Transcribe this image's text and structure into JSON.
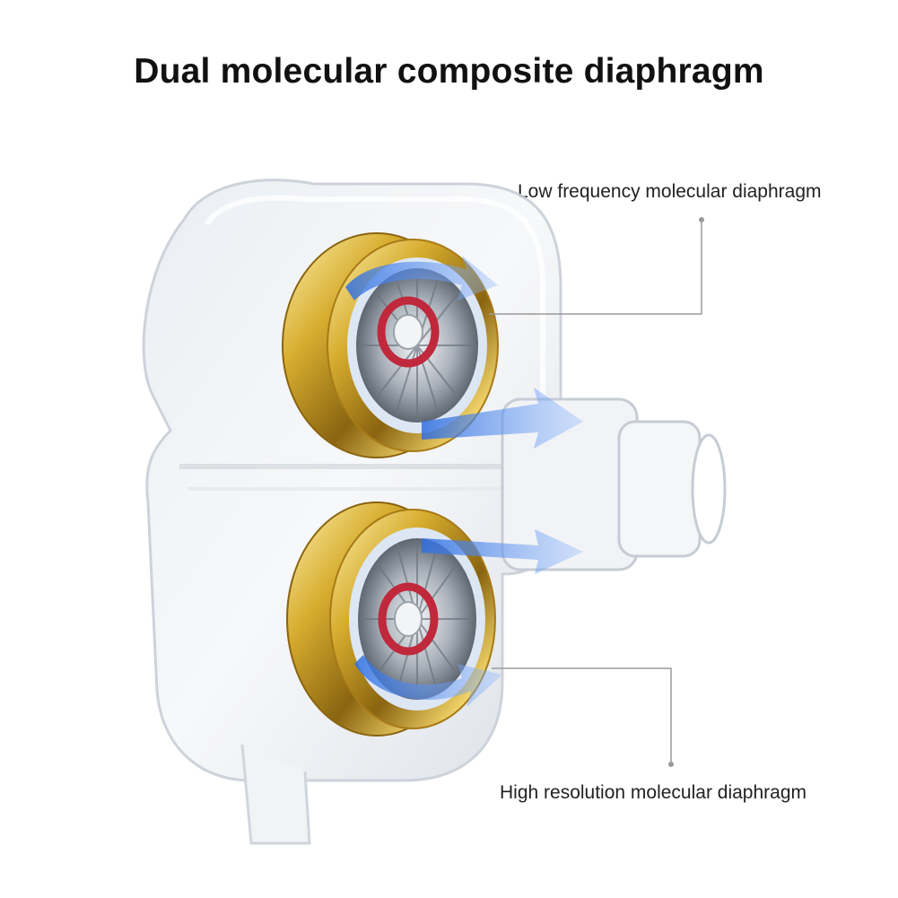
{
  "title": "Dual molecular composite diaphragm",
  "labels": {
    "low": "Low frequency molecular diaphragm",
    "high": "High resolution molecular diaphragm"
  },
  "colors": {
    "gold": "#c9a12a",
    "blue_arrow": "#4a86e8",
    "coil_red": "#c0283c",
    "leader_line": "#9a9a9a"
  }
}
